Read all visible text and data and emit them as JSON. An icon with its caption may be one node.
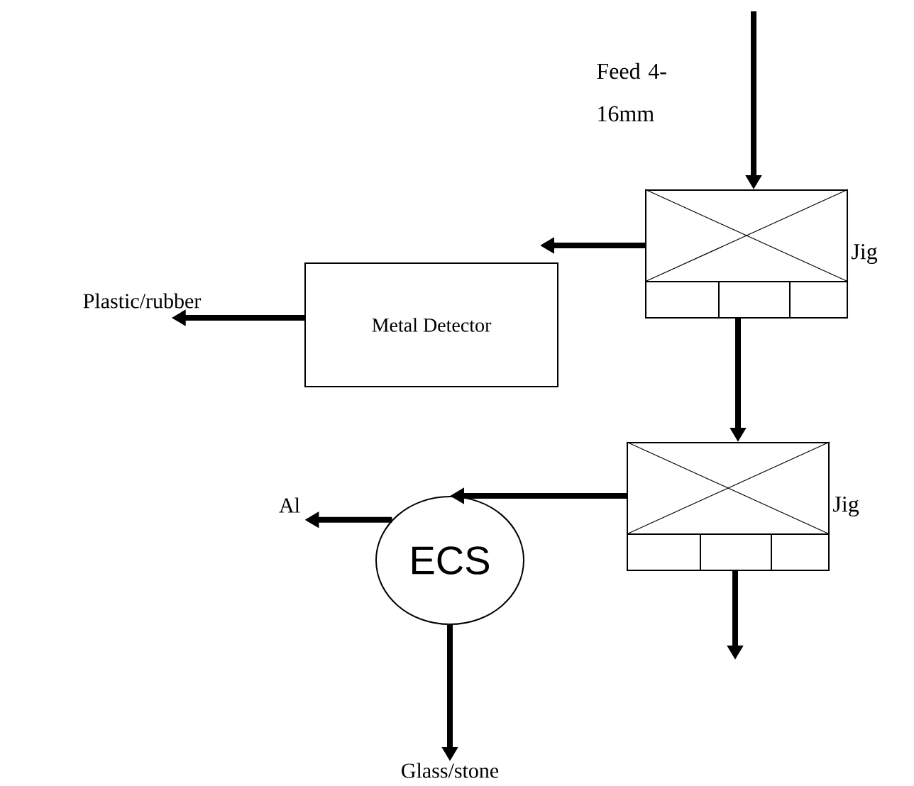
{
  "diagram": {
    "nodes": [
      {
        "text": [
          "Jig"
        ]
      },
      {
        "text": [
          "Metal Detector"
        ]
      },
      {
        "text": [
          "Plastic/rubber"
        ]
      },
      {
        "text": [
          "Jig"
        ]
      },
      {
        "text": [
          "ECS"
        ]
      },
      {
        "text": [
          "Al"
        ]
      },
      {
        "text": [
          "Glass/stone"
        ]
      }
    ],
    "edges": [
      {
        "from": null,
        "to": 0,
        "arrow": "to",
        "label": "Feed 4-16mm"
      },
      {
        "from": 0,
        "to": 1,
        "arrow": "to"
      },
      {
        "from": 1,
        "to": 2,
        "arrow": "to"
      },
      {
        "from": 0,
        "to": 3,
        "arrow": "to"
      },
      {
        "from": 3,
        "to": 4,
        "arrow": "to"
      },
      {
        "from": 4,
        "to": 5,
        "arrow": "to"
      },
      {
        "from": 4,
        "to": 6,
        "arrow": "to"
      },
      {
        "from": 3,
        "to": null,
        "arrow": "to"
      }
    ]
  }
}
